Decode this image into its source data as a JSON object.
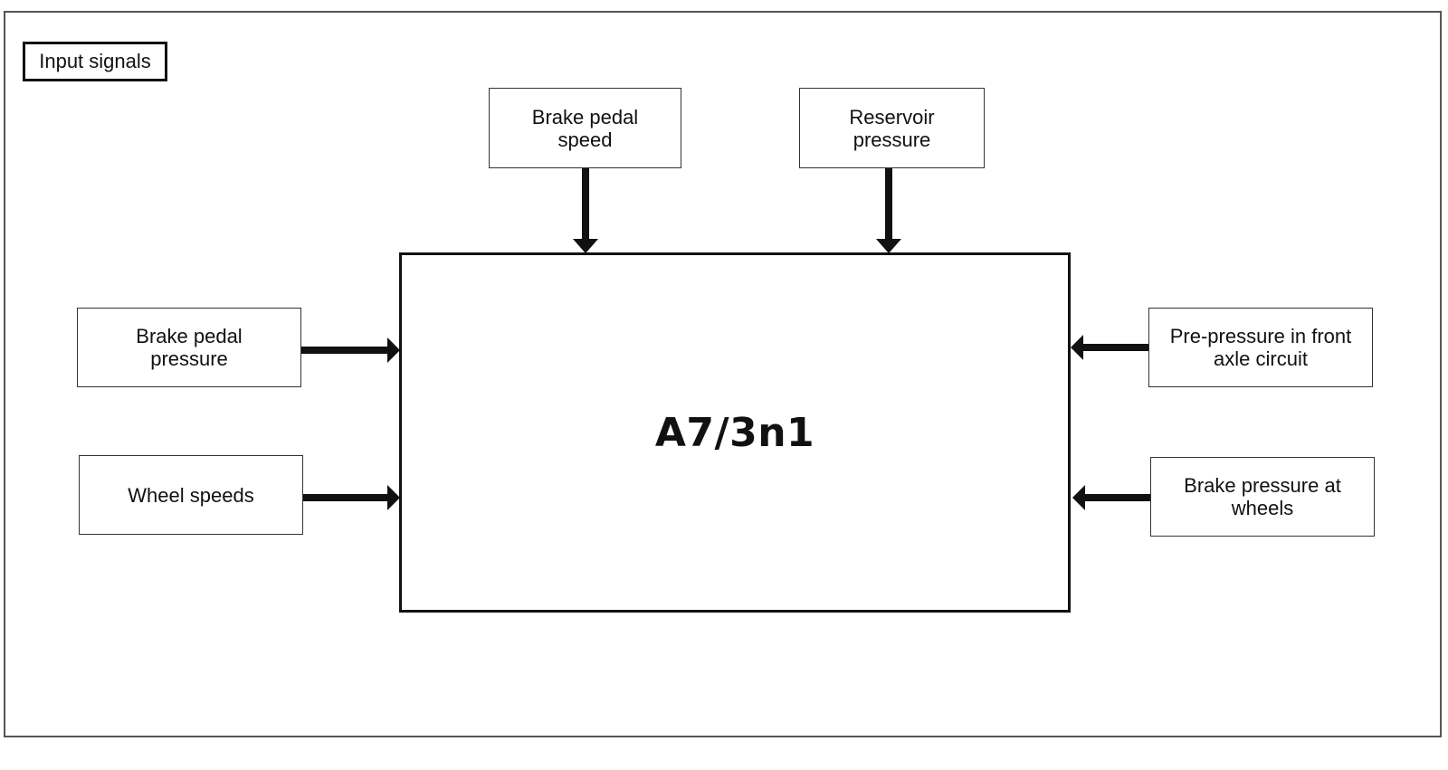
{
  "legend": "Input signals",
  "ecu": {
    "label": "A7/3n1"
  },
  "inputs": {
    "brake_pedal_speed": "Brake pedal speed",
    "reservoir_pressure": "Reservoir pressure",
    "brake_pedal_pressure": "Brake pedal pressure",
    "wheel_speeds": "Wheel speeds",
    "pre_pressure_front_axle": "Pre-pressure in front axle circuit",
    "brake_pressure_wheels": "Brake pressure at wheels"
  },
  "colors": {
    "line": "#111111",
    "frame": "#555555",
    "background": "#ffffff"
  }
}
